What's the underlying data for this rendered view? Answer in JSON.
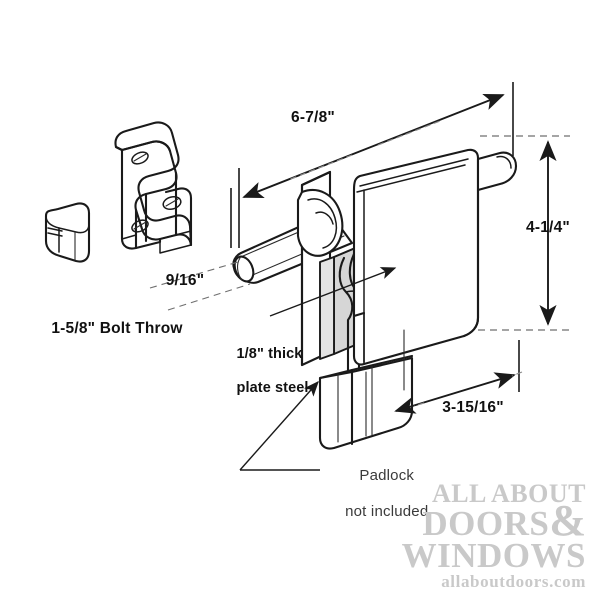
{
  "document": {
    "title": "Sliding Door Bolt Lock — Dimensioned Assembly Drawing",
    "type": "technical-line-drawing",
    "background_color": "#ffffff",
    "line_color": "#1a1a1a",
    "shading_color": "#d6d6d6"
  },
  "dimensions": {
    "overall_length": "6-7/8\"",
    "overall_height": "4-1/4\"",
    "body_depth": "3-15/16\"",
    "bolt_diameter": "9/16\"",
    "bolt_throw": "1-5/8\" Bolt Throw"
  },
  "notes": {
    "plate_steel_line1": "1/8\" thick",
    "plate_steel_line2": "plate steel",
    "padlock_line1": "Padlock",
    "padlock_line2": "not included"
  },
  "parts": [
    {
      "name": "bushing-sleeve",
      "description": "slotted cylindrical bushing"
    },
    {
      "name": "z-bracket-strike",
      "description": "Z-shaped strike bracket with three mounting holes"
    },
    {
      "name": "bolt-rod",
      "description": "round sliding bolt rod"
    },
    {
      "name": "lock-body",
      "description": "plate steel lock housing"
    },
    {
      "name": "padlock",
      "description": "padlock body with shackle, not included"
    }
  ],
  "watermark": {
    "line1": "ALL ABOUT",
    "line2": "DOORS",
    "ampersand": "&",
    "line3": "WINDOWS",
    "url": "allaboutdoors.com",
    "color": "#c9c9c9"
  }
}
